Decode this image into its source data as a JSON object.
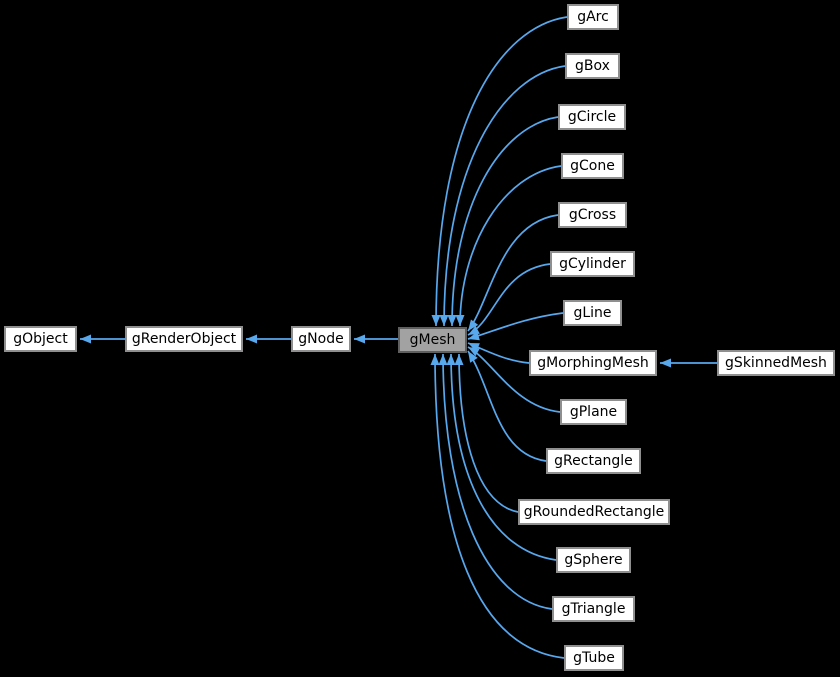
{
  "diagram": {
    "type": "class-inheritance-graph",
    "colors": {
      "background": "#000000",
      "edge": "#58a8ee",
      "node_fill": "#ffffff",
      "node_border": "#8f8f8f",
      "selected_fill": "#a2a2a2",
      "selected_border": "#5f5f5f",
      "text": "#000000"
    }
  },
  "nodes": [
    {
      "id": "gObject",
      "label": "gObject",
      "selected": false
    },
    {
      "id": "gRenderObject",
      "label": "gRenderObject",
      "selected": false
    },
    {
      "id": "gNode",
      "label": "gNode",
      "selected": false
    },
    {
      "id": "gMesh",
      "label": "gMesh",
      "selected": true
    },
    {
      "id": "gArc",
      "label": "gArc",
      "selected": false
    },
    {
      "id": "gBox",
      "label": "gBox",
      "selected": false
    },
    {
      "id": "gCircle",
      "label": "gCircle",
      "selected": false
    },
    {
      "id": "gCone",
      "label": "gCone",
      "selected": false
    },
    {
      "id": "gCross",
      "label": "gCross",
      "selected": false
    },
    {
      "id": "gCylinder",
      "label": "gCylinder",
      "selected": false
    },
    {
      "id": "gLine",
      "label": "gLine",
      "selected": false
    },
    {
      "id": "gMorphingMesh",
      "label": "gMorphingMesh",
      "selected": false
    },
    {
      "id": "gSkinnedMesh",
      "label": "gSkinnedMesh",
      "selected": false
    },
    {
      "id": "gPlane",
      "label": "gPlane",
      "selected": false
    },
    {
      "id": "gRectangle",
      "label": "gRectangle",
      "selected": false
    },
    {
      "id": "gRoundedRectangle",
      "label": "gRoundedRectangle",
      "selected": false
    },
    {
      "id": "gSphere",
      "label": "gSphere",
      "selected": false
    },
    {
      "id": "gTriangle",
      "label": "gTriangle",
      "selected": false
    },
    {
      "id": "gTube",
      "label": "gTube",
      "selected": false
    }
  ],
  "edges": [
    {
      "from": "gRenderObject",
      "to": "gObject"
    },
    {
      "from": "gNode",
      "to": "gRenderObject"
    },
    {
      "from": "gMesh",
      "to": "gNode"
    },
    {
      "from": "gArc",
      "to": "gMesh"
    },
    {
      "from": "gBox",
      "to": "gMesh"
    },
    {
      "from": "gCircle",
      "to": "gMesh"
    },
    {
      "from": "gCone",
      "to": "gMesh"
    },
    {
      "from": "gCross",
      "to": "gMesh"
    },
    {
      "from": "gCylinder",
      "to": "gMesh"
    },
    {
      "from": "gLine",
      "to": "gMesh"
    },
    {
      "from": "gMorphingMesh",
      "to": "gMesh"
    },
    {
      "from": "gPlane",
      "to": "gMesh"
    },
    {
      "from": "gRectangle",
      "to": "gMesh"
    },
    {
      "from": "gRoundedRectangle",
      "to": "gMesh"
    },
    {
      "from": "gSphere",
      "to": "gMesh"
    },
    {
      "from": "gTriangle",
      "to": "gMesh"
    },
    {
      "from": "gTube",
      "to": "gMesh"
    },
    {
      "from": "gSkinnedMesh",
      "to": "gMorphingMesh"
    }
  ]
}
